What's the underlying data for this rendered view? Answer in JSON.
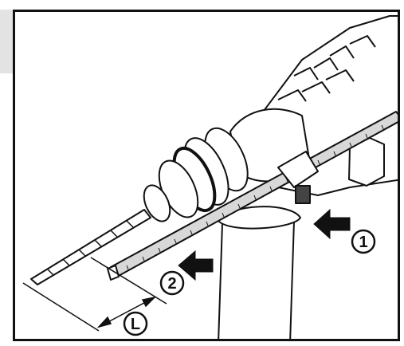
{
  "figure": {
    "callouts": [
      {
        "id": "1",
        "label": "1",
        "target": "depth-stop-release-button"
      },
      {
        "id": "2",
        "label": "2",
        "target": "depth-stop-rod"
      },
      {
        "id": "L",
        "label": "L",
        "target": "drilling-depth-dimension"
      }
    ],
    "colors": {
      "line": "#111111",
      "tool_fill": "#ffffff",
      "shade": "#d8d8d8",
      "tab": "#e3e3e3"
    }
  }
}
